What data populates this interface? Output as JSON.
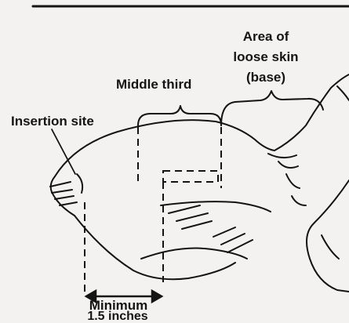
{
  "labels": {
    "area_line1": "Area of",
    "area_line2": "loose skin",
    "area_line3": "(base)",
    "middle_third": "Middle third",
    "insertion_site": "Insertion site",
    "minimum_line1": "Minimum",
    "minimum_line2": "1.5 inches"
  },
  "colors": {
    "ink": "#141414",
    "paper": "#f4f2f0"
  }
}
